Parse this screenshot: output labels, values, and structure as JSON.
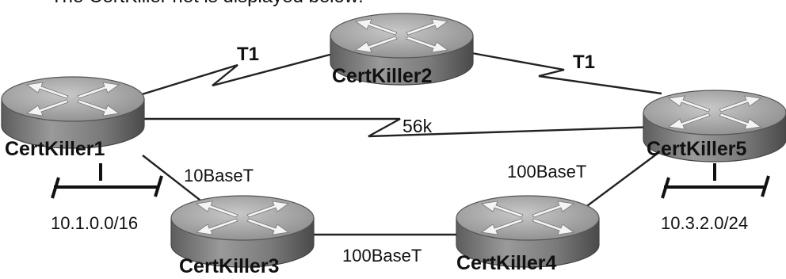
{
  "caption": "The CertKiller net is displayed below:",
  "routers": [
    {
      "id": "r1",
      "name": "CertKiller1"
    },
    {
      "id": "r2",
      "name": "CertKiller2"
    },
    {
      "id": "r3",
      "name": "CertKiller3"
    },
    {
      "id": "r4",
      "name": "CertKiller4"
    },
    {
      "id": "r5",
      "name": "CertKiller5"
    }
  ],
  "links": [
    {
      "id": "l12",
      "from": "r1",
      "to": "r2",
      "label": "T1",
      "kind": "serial"
    },
    {
      "id": "l25",
      "from": "r2",
      "to": "r5",
      "label": "T1",
      "kind": "serial"
    },
    {
      "id": "l15",
      "from": "r1",
      "to": "r5",
      "label": "56k",
      "kind": "serial"
    },
    {
      "id": "l13",
      "from": "r1",
      "to": "r3",
      "label": "10BaseT",
      "kind": "ethernet"
    },
    {
      "id": "l34",
      "from": "r3",
      "to": "r4",
      "label": "100BaseT",
      "kind": "ethernet"
    },
    {
      "id": "l45",
      "from": "r4",
      "to": "r5",
      "label": "100BaseT",
      "kind": "ethernet"
    }
  ],
  "lans": [
    {
      "id": "lan1",
      "router": "r1",
      "subnet": "10.1.0.0/16"
    },
    {
      "id": "lan5",
      "router": "r5",
      "subnet": "10.3.2.0/24"
    }
  ]
}
